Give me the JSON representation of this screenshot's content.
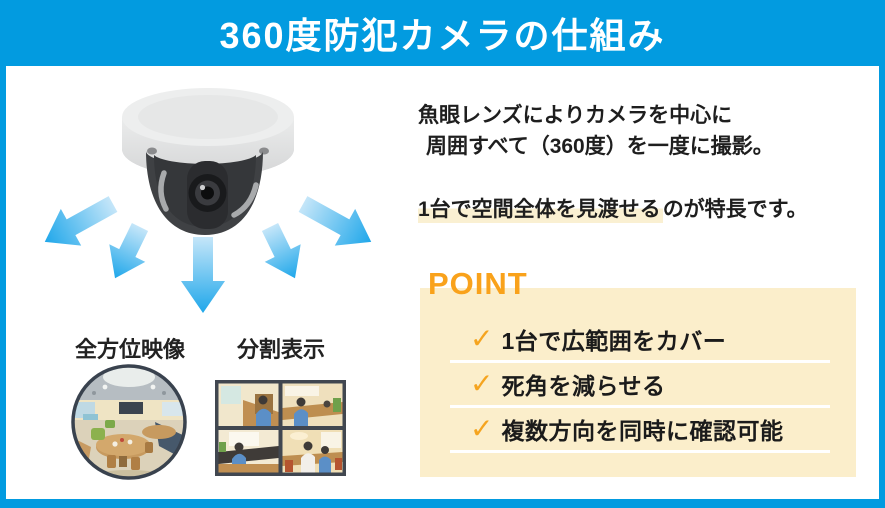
{
  "header": {
    "title": "360度防犯カメラの仕組み"
  },
  "description": {
    "line1": "魚眼レンズによりカメラを中心に",
    "line2": "周囲すべて（360度）を一度に撮影。",
    "feature_highlight": "1台で空間全体を見渡せる",
    "feature_rest": "のが特長です。"
  },
  "diagram": {
    "camera_icon": "dome-camera-icon",
    "arrows_icon": "five-direction-coverage-arrows",
    "fisheye_label": "全方位映像",
    "split_label": "分割表示",
    "fisheye_image": "fisheye-room-view",
    "split_image": "quad-split-room-view"
  },
  "point": {
    "heading": "POINT",
    "check_glyph": "✓",
    "items": [
      "1台で広範囲をカバー",
      "死角を減らせる",
      "複数方向を同時に確認可能"
    ]
  },
  "colors": {
    "accent_blue": "#029BE0",
    "arrow_blue": "#1FA7EA",
    "panel_cream": "#FBEECB",
    "heading_orange": "#F9A21B",
    "check_orange": "#F5A41F",
    "text_highlight": "#FAF0D2",
    "text_dark": "#1E1E1E"
  }
}
